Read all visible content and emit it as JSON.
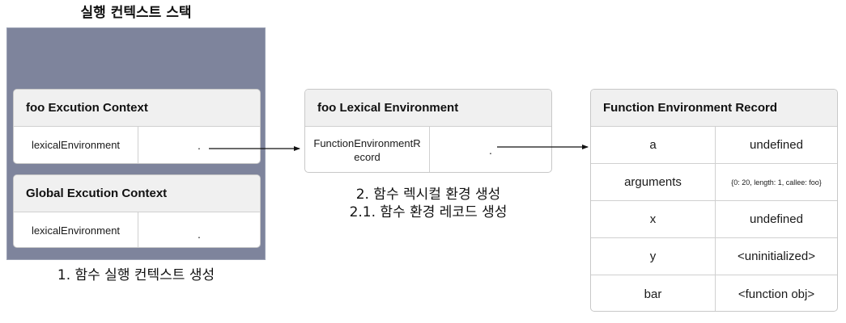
{
  "stack": {
    "title": "실행 컨텍스트 스택",
    "caption": "1. 함수 실행 컨텍스트 생성",
    "color": "#7e849c",
    "contexts": [
      {
        "title": "foo Excution Context",
        "key": "lexicalEnvironment",
        "value": "."
      },
      {
        "title": "Global Excution Context",
        "key": "lexicalEnvironment",
        "value": "."
      }
    ]
  },
  "lexical_environment": {
    "title": "foo Lexical Environment",
    "key": "FunctionEnvironmentRecord",
    "value": ".",
    "caption_line1": "2. 함수 렉시컬 환경 생성",
    "caption_line2": "2.1. 함수 환경 레코드 생성"
  },
  "function_environment_record": {
    "title": "Function Environment Record",
    "rows": [
      {
        "key": "a",
        "value": "undefined"
      },
      {
        "key": "arguments",
        "value": "{0: 20, length: 1, callee: foo}"
      },
      {
        "key": "x",
        "value": "undefined"
      },
      {
        "key": "y",
        "value": "<uninitialized>"
      },
      {
        "key": "bar",
        "value": "<function obj>"
      }
    ]
  },
  "arrows": [
    {
      "from": "foo Excution Context.lexicalEnvironment",
      "to": "foo Lexical Environment"
    },
    {
      "from": "foo Lexical Environment.FunctionEnvironmentRecord",
      "to": "Function Environment Record"
    }
  ]
}
